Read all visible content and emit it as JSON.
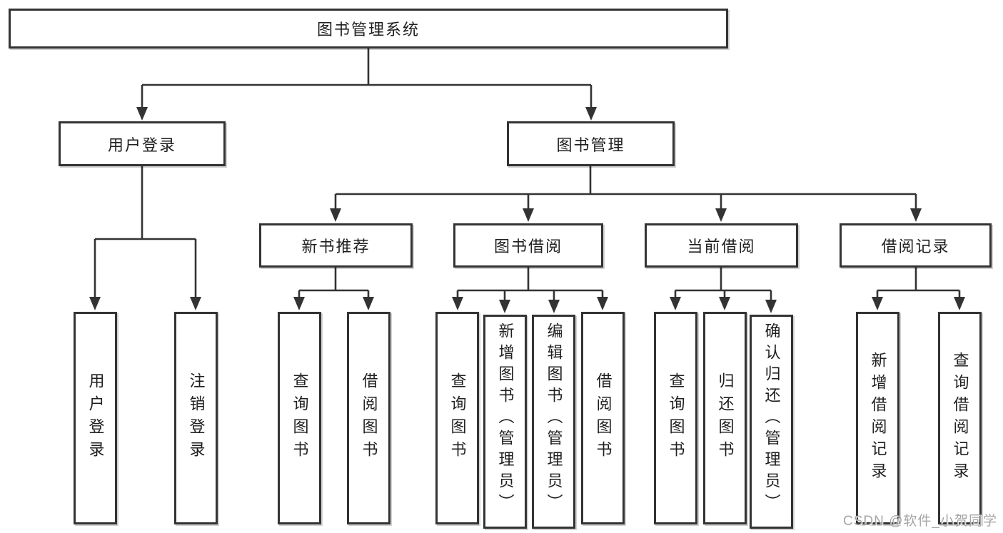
{
  "diagram": {
    "title": "图书管理系统",
    "branches": [
      {
        "label": "用户登录",
        "children": [
          {
            "label": "用户登录"
          },
          {
            "label": "注销登录"
          }
        ]
      },
      {
        "label": "图书管理",
        "children": [
          {
            "label": "新书推荐",
            "children": [
              {
                "label": "查询图书"
              },
              {
                "label": "借阅图书"
              }
            ]
          },
          {
            "label": "图书借阅",
            "children": [
              {
                "label": "查询图书"
              },
              {
                "label": "新增图书（管理员）"
              },
              {
                "label": "编辑图书（管理员）"
              },
              {
                "label": "借阅图书"
              }
            ]
          },
          {
            "label": "当前借阅",
            "children": [
              {
                "label": "查询图书"
              },
              {
                "label": "归还图书"
              },
              {
                "label": "确认归还（管理员）"
              }
            ]
          },
          {
            "label": "借阅记录",
            "children": [
              {
                "label": "新增借阅记录"
              },
              {
                "label": "查询借阅记录"
              }
            ]
          }
        ]
      }
    ]
  },
  "watermark": {
    "text": "CSDN @软件_小贺同学"
  },
  "colors": {
    "line": "#333333",
    "text": "#1f1f1f",
    "background": "#ffffff",
    "watermark": "#a6a6a6"
  }
}
